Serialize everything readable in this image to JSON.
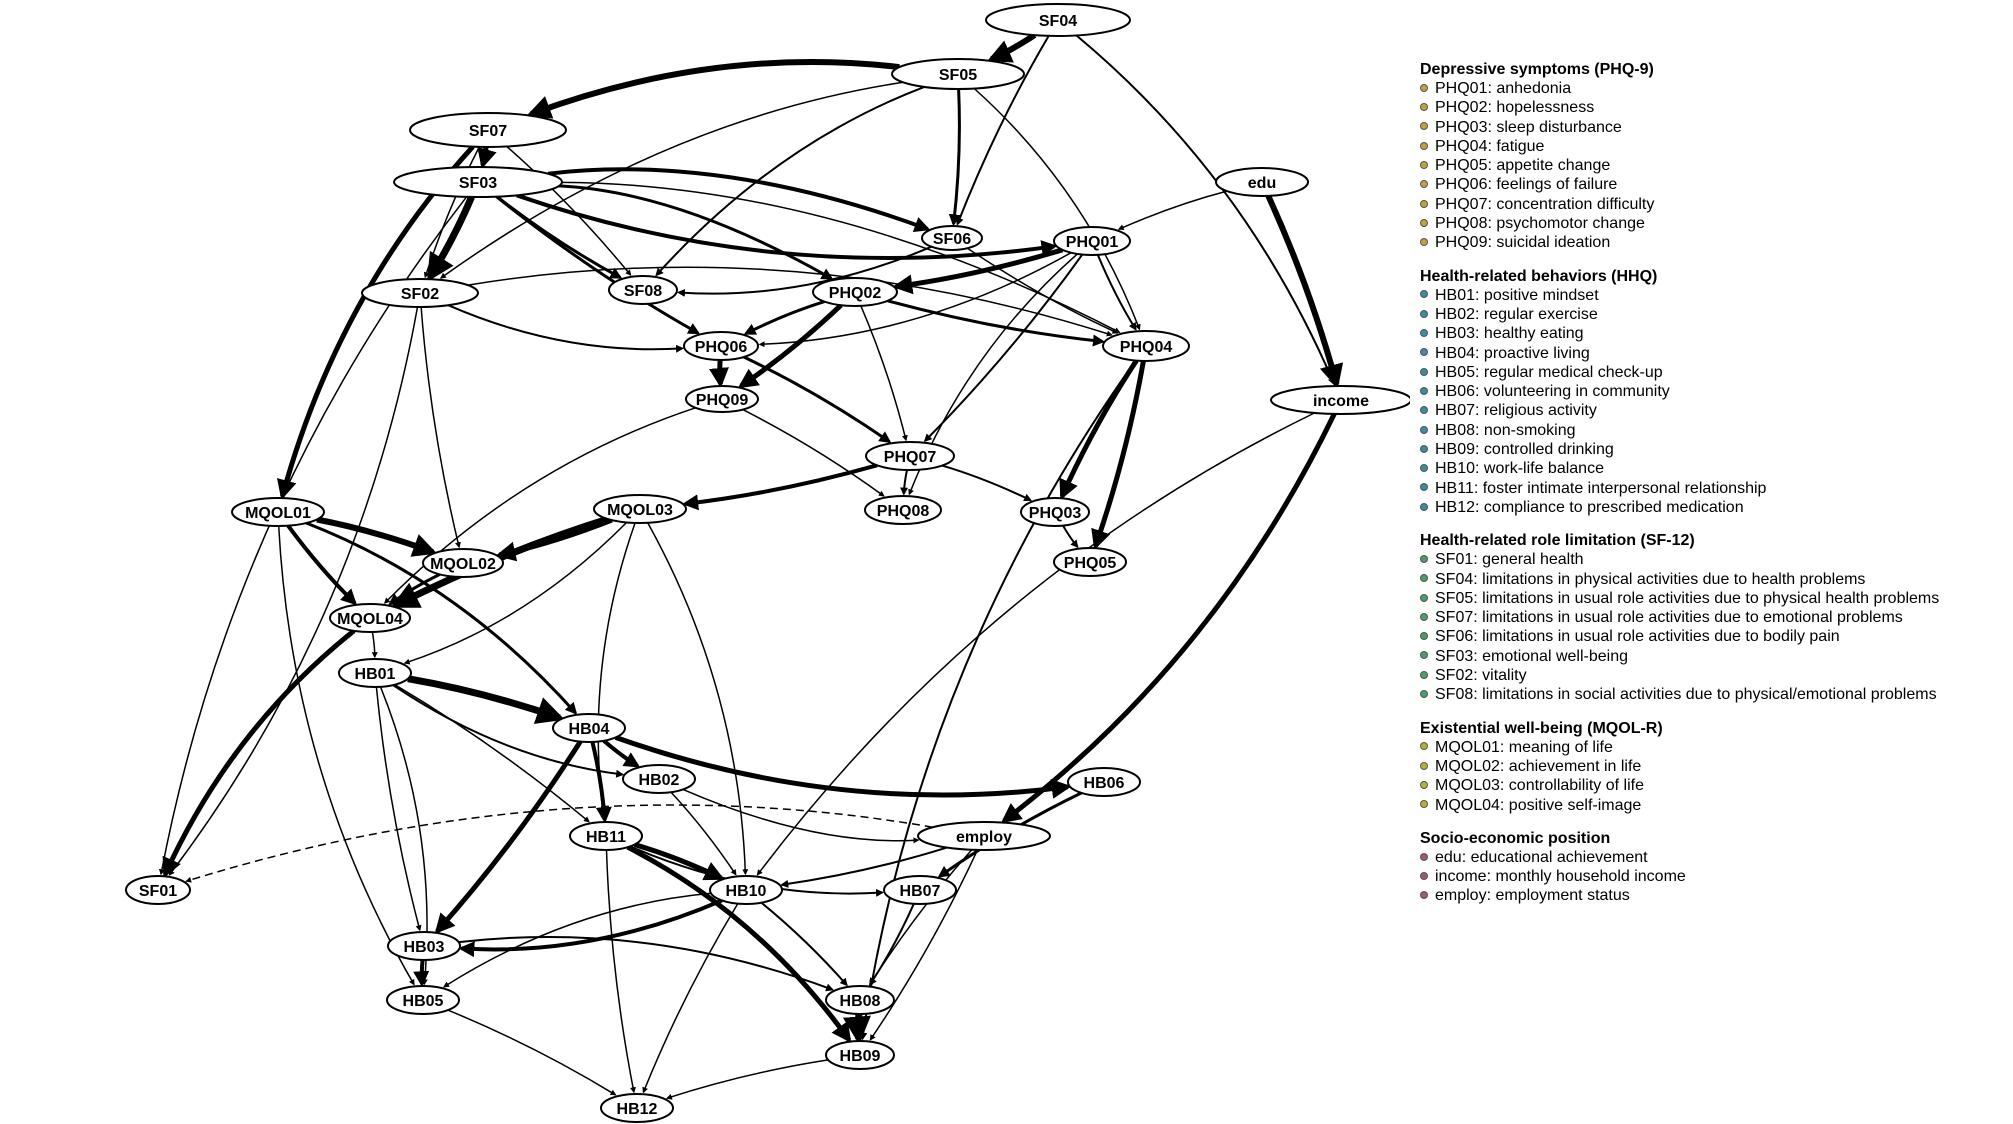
{
  "colors": {
    "dot_phq": "#c8a038",
    "dot_hhq": "#3a8aa8",
    "dot_sf": "#4a9e6a",
    "dot_mqol": "#b8b030",
    "dot_ses": "#a05878"
  },
  "nodes": [
    {
      "id": "SF04",
      "label": "SF04"
    },
    {
      "id": "SF05",
      "label": "SF05"
    },
    {
      "id": "SF07",
      "label": "SF07"
    },
    {
      "id": "SF03",
      "label": "SF03"
    },
    {
      "id": "SF06",
      "label": "SF06"
    },
    {
      "id": "PHQ01",
      "label": "PHQ01"
    },
    {
      "id": "edu",
      "label": "edu"
    },
    {
      "id": "SF02",
      "label": "SF02"
    },
    {
      "id": "SF08",
      "label": "SF08"
    },
    {
      "id": "PHQ02",
      "label": "PHQ02"
    },
    {
      "id": "PHQ06",
      "label": "PHQ06"
    },
    {
      "id": "PHQ04",
      "label": "PHQ04"
    },
    {
      "id": "income",
      "label": "income"
    },
    {
      "id": "PHQ09",
      "label": "PHQ09"
    },
    {
      "id": "PHQ07",
      "label": "PHQ07"
    },
    {
      "id": "MQOL01",
      "label": "MQOL01"
    },
    {
      "id": "MQOL03",
      "label": "MQOL03"
    },
    {
      "id": "PHQ08",
      "label": "PHQ08"
    },
    {
      "id": "PHQ03",
      "label": "PHQ03"
    },
    {
      "id": "MQOL02",
      "label": "MQOL02"
    },
    {
      "id": "PHQ05",
      "label": "PHQ05"
    },
    {
      "id": "MQOL04",
      "label": "MQOL04"
    },
    {
      "id": "HB01",
      "label": "HB01"
    },
    {
      "id": "HB04",
      "label": "HB04"
    },
    {
      "id": "HB02",
      "label": "HB02"
    },
    {
      "id": "HB06",
      "label": "HB06"
    },
    {
      "id": "HB11",
      "label": "HB11"
    },
    {
      "id": "employ",
      "label": "employ"
    },
    {
      "id": "SF01",
      "label": "SF01"
    },
    {
      "id": "HB10",
      "label": "HB10"
    },
    {
      "id": "HB07",
      "label": "HB07"
    },
    {
      "id": "HB03",
      "label": "HB03"
    },
    {
      "id": "HB05",
      "label": "HB05"
    },
    {
      "id": "HB08",
      "label": "HB08"
    },
    {
      "id": "HB09",
      "label": "HB09"
    },
    {
      "id": "HB12",
      "label": "HB12"
    }
  ],
  "edges": [
    {
      "from": "SF04",
      "to": "SF05",
      "weight": 6
    },
    {
      "from": "SF04",
      "to": "SF06",
      "weight": 2
    },
    {
      "from": "SF04",
      "to": "income",
      "weight": 2
    },
    {
      "from": "SF05",
      "to": "SF07",
      "weight": 6
    },
    {
      "from": "SF05",
      "to": "SF06",
      "weight": 3
    },
    {
      "from": "SF05",
      "to": "SF08",
      "weight": 2
    },
    {
      "from": "SF05",
      "to": "PHQ04",
      "weight": 1.5
    },
    {
      "from": "SF05",
      "to": "SF02",
      "weight": 1.5
    },
    {
      "from": "SF07",
      "to": "SF03",
      "weight": 5
    },
    {
      "from": "SF07",
      "to": "MQOL01",
      "weight": 5
    },
    {
      "from": "SF07",
      "to": "SF08",
      "weight": 1.5
    },
    {
      "from": "SF07",
      "to": "SF02",
      "weight": 1.5
    },
    {
      "from": "SF03",
      "to": "SF02",
      "weight": 7
    },
    {
      "from": "SF03",
      "to": "SF08",
      "weight": 3
    },
    {
      "from": "SF03",
      "to": "SF06",
      "weight": 4
    },
    {
      "from": "SF03",
      "to": "PHQ01",
      "weight": 4
    },
    {
      "from": "SF03",
      "to": "PHQ02",
      "weight": 3
    },
    {
      "from": "SF03",
      "to": "PHQ06",
      "weight": 3
    },
    {
      "from": "SF03",
      "to": "PHQ04",
      "weight": 1.5
    },
    {
      "from": "SF03",
      "to": "SF01",
      "weight": 1.5
    },
    {
      "from": "SF06",
      "to": "SF08",
      "weight": 2
    },
    {
      "from": "SF06",
      "to": "PHQ04",
      "weight": 1.5
    },
    {
      "from": "edu",
      "to": "income",
      "weight": 6
    },
    {
      "from": "edu",
      "to": "PHQ01",
      "weight": 1.5
    },
    {
      "from": "PHQ01",
      "to": "PHQ02",
      "weight": 5
    },
    {
      "from": "PHQ01",
      "to": "PHQ04",
      "weight": 2
    },
    {
      "from": "PHQ01",
      "to": "PHQ07",
      "weight": 2
    },
    {
      "from": "PHQ01",
      "to": "PHQ08",
      "weight": 1.5
    },
    {
      "from": "PHQ01",
      "to": "PHQ06",
      "weight": 1.5
    },
    {
      "from": "SF02",
      "to": "PHQ06",
      "weight": 2
    },
    {
      "from": "SF02",
      "to": "PHQ04",
      "weight": 1.5
    },
    {
      "from": "SF02",
      "to": "MQOL02",
      "weight": 1.5
    },
    {
      "from": "SF02",
      "to": "SF01",
      "weight": 1.5
    },
    {
      "from": "PHQ02",
      "to": "PHQ06",
      "weight": 3
    },
    {
      "from": "PHQ02",
      "to": "PHQ09",
      "weight": 5
    },
    {
      "from": "PHQ02",
      "to": "PHQ04",
      "weight": 3
    },
    {
      "from": "PHQ02",
      "to": "PHQ07",
      "weight": 1.5
    },
    {
      "from": "PHQ06",
      "to": "PHQ09",
      "weight": 5
    },
    {
      "from": "PHQ06",
      "to": "PHQ07",
      "weight": 3
    },
    {
      "from": "PHQ04",
      "to": "PHQ03",
      "weight": 5
    },
    {
      "from": "PHQ04",
      "to": "PHQ05",
      "weight": 5
    },
    {
      "from": "PHQ04",
      "to": "HB09",
      "weight": 2
    },
    {
      "from": "income",
      "to": "employ",
      "weight": 5
    },
    {
      "from": "income",
      "to": "HB10",
      "weight": 1.5
    },
    {
      "from": "PHQ09",
      "to": "PHQ08",
      "weight": 1.5
    },
    {
      "from": "PHQ09",
      "to": "MQOL04",
      "weight": 1.5
    },
    {
      "from": "PHQ07",
      "to": "MQOL03",
      "weight": 4
    },
    {
      "from": "PHQ07",
      "to": "PHQ08",
      "weight": 2
    },
    {
      "from": "PHQ07",
      "to": "PHQ03",
      "weight": 2
    },
    {
      "from": "PHQ03",
      "to": "PHQ05",
      "weight": 2
    },
    {
      "from": "MQOL01",
      "to": "MQOL02",
      "weight": 6
    },
    {
      "from": "MQOL01",
      "to": "MQOL04",
      "weight": 4
    },
    {
      "from": "MQOL01",
      "to": "HB04",
      "weight": 3
    },
    {
      "from": "MQOL01",
      "to": "HB05",
      "weight": 1.5
    },
    {
      "from": "MQOL03",
      "to": "MQOL02",
      "weight": 5
    },
    {
      "from": "MQOL03",
      "to": "MQOL04",
      "weight": 7
    },
    {
      "from": "MQOL03",
      "to": "HB01",
      "weight": 1.5
    },
    {
      "from": "MQOL03",
      "to": "HB11",
      "weight": 1.5
    },
    {
      "from": "MQOL03",
      "to": "HB10",
      "weight": 1.5
    },
    {
      "from": "MQOL02",
      "to": "MQOL04",
      "weight": 3
    },
    {
      "from": "MQOL04",
      "to": "HB01",
      "weight": 1.5
    },
    {
      "from": "MQOL04",
      "to": "SF01",
      "weight": 5
    },
    {
      "from": "HB01",
      "to": "HB04",
      "weight": 7
    },
    {
      "from": "HB01",
      "to": "HB02",
      "weight": 2
    },
    {
      "from": "HB01",
      "to": "HB11",
      "weight": 1.5
    },
    {
      "from": "HB01",
      "to": "HB03",
      "weight": 1.5
    },
    {
      "from": "HB01",
      "to": "HB05",
      "weight": 1.5
    },
    {
      "from": "HB04",
      "to": "HB02",
      "weight": 4
    },
    {
      "from": "HB04",
      "to": "HB11",
      "weight": 4
    },
    {
      "from": "HB04",
      "to": "HB06",
      "weight": 5
    },
    {
      "from": "HB04",
      "to": "HB03",
      "weight": 5
    },
    {
      "from": "HB02",
      "to": "employ",
      "weight": 1.5
    },
    {
      "from": "HB02",
      "to": "HB10",
      "weight": 1.5
    },
    {
      "from": "HB06",
      "to": "HB07",
      "weight": 3
    },
    {
      "from": "HB11",
      "to": "HB10",
      "weight": 5
    },
    {
      "from": "HB11",
      "to": "HB07",
      "weight": 2
    },
    {
      "from": "HB11",
      "to": "HB09",
      "weight": 5
    },
    {
      "from": "HB11",
      "to": "HB12",
      "weight": 1.5
    },
    {
      "from": "employ",
      "to": "HB10",
      "weight": 2
    },
    {
      "from": "employ",
      "to": "HB08",
      "weight": 1.5
    },
    {
      "from": "employ",
      "to": "HB09",
      "weight": 1.5
    },
    {
      "from": "employ",
      "to": "SF01",
      "weight": 1.5,
      "dashed": true
    },
    {
      "from": "HB10",
      "to": "HB03",
      "weight": 4
    },
    {
      "from": "HB10",
      "to": "HB05",
      "weight": 1.5
    },
    {
      "from": "HB10",
      "to": "HB08",
      "weight": 2
    },
    {
      "from": "HB10",
      "to": "HB12",
      "weight": 1.5
    },
    {
      "from": "HB07",
      "to": "HB08",
      "weight": 2
    },
    {
      "from": "HB03",
      "to": "HB05",
      "weight": 4
    },
    {
      "from": "HB03",
      "to": "HB08",
      "weight": 2
    },
    {
      "from": "HB08",
      "to": "HB09",
      "weight": 7
    },
    {
      "from": "HB05",
      "to": "HB12",
      "weight": 1.5
    },
    {
      "from": "HB09",
      "to": "HB12",
      "weight": 1.5
    }
  ],
  "legend": [
    {
      "title": "Depressive symptoms (PHQ-9)",
      "dot": "dot_phq",
      "items": [
        "PHQ01: anhedonia",
        "PHQ02: hopelessness",
        "PHQ03: sleep disturbance",
        "PHQ04: fatigue",
        "PHQ05: appetite change",
        "PHQ06: feelings of failure",
        "PHQ07: concentration difficulty",
        "PHQ08: psychomotor change",
        "PHQ09: suicidal ideation"
      ]
    },
    {
      "title": "Health-related behaviors (HHQ)",
      "dot": "dot_hhq",
      "items": [
        "HB01: positive mindset",
        "HB02: regular exercise",
        "HB03: healthy eating",
        "HB04: proactive living",
        "HB05: regular medical check-up",
        "HB06: volunteering in community",
        "HB07: religious activity",
        "HB08: non-smoking",
        "HB09: controlled drinking",
        "HB10: work-life balance",
        "HB11: foster intimate interpersonal relationship",
        "HB12: compliance to prescribed medication"
      ]
    },
    {
      "title": "Health-related role limitation (SF-12)",
      "dot": "dot_sf",
      "items": [
        "SF01: general health",
        "SF04: limitations in physical activities due to health problems",
        "SF05: limitations in usual role activities due to physical health problems",
        "SF07: limitations in usual role activities due to emotional problems",
        "SF06: limitations in usual role activities due to bodily pain",
        "SF03: emotional well-being",
        "SF02: vitality",
        "SF08: limitations in social activities due to physical/emotional problems"
      ]
    },
    {
      "title": "Existential well-being (MQOL-R)",
      "dot": "dot_mqol",
      "items": [
        "MQOL01: meaning of life",
        "MQOL02: achievement in life",
        "MQOL03: controllability of life",
        "MQOL04: positive self-image"
      ]
    },
    {
      "title": "Socio-economic position",
      "dot": "dot_ses",
      "items": [
        "edu: educational achievement",
        "income: monthly household income",
        "employ: employment status"
      ]
    }
  ]
}
